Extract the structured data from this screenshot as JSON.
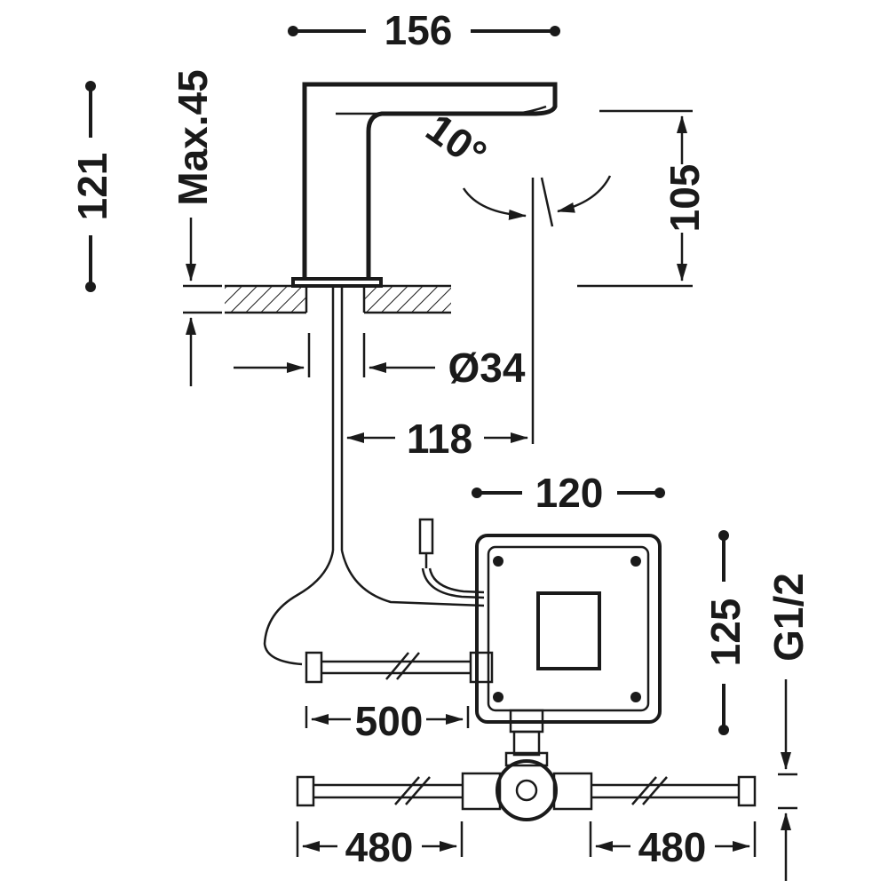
{
  "dimensions": {
    "faucet_width": "156",
    "faucet_height": "121",
    "max_deck": "Max.45",
    "spout_angle": "10°",
    "spout_height": "105",
    "hole_diameter": "Ø34",
    "spout_reach": "118",
    "box_width": "120",
    "box_height": "125",
    "thread": "G1/2",
    "hose_length": "500",
    "left_hose": "480",
    "right_hose": "480"
  },
  "colors": {
    "line": "#1a1a1a",
    "background": "#ffffff"
  }
}
